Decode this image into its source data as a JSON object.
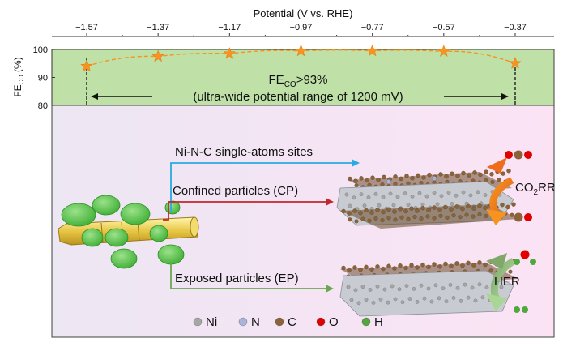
{
  "chart_data": {
    "type": "scatter",
    "x_axis_title": "Potential (V vs. RHE)",
    "x_ticks": [
      "−1.57",
      "−1.37",
      "−1.17",
      "−0.97",
      "−0.77",
      "−0.57",
      "−0.37"
    ],
    "x_values": [
      -1.57,
      -1.37,
      -1.17,
      -0.97,
      -0.77,
      -0.57,
      -0.37
    ],
    "y_values": [
      94,
      97.5,
      98.5,
      99.5,
      99.5,
      99.3,
      95
    ],
    "xlim": [
      -1.57,
      -0.37
    ],
    "y_axis_label": {
      "main": "FE",
      "sub": "CO",
      "unit": " (%)"
    },
    "y_ticks": [
      "100",
      "90",
      "80"
    ],
    "ylim": [
      80,
      100
    ],
    "series_color": "#f7931e",
    "band_color": "#bfe0a6"
  },
  "annotation": {
    "line1_main": "FE",
    "line1_sub": "CO",
    "line1_rest": ">93%",
    "line2": "(ultra-wide potential range of 1200 mV)"
  },
  "diagram": {
    "sites_label": "Ni-N-C single-atoms sites",
    "cp_label": "Confined particles (CP)",
    "ep_label": "Exposed particles (EP)",
    "co2rr_main": "CO",
    "co2rr_sub": "2",
    "co2rr_rest": "RR",
    "her_label": "HER",
    "arrow_colors": {
      "sites": "#29abe2",
      "cp": "#c1272d",
      "ep": "#6aa84f"
    }
  },
  "legend": [
    {
      "label": "Ni",
      "color": "#a6a6a6"
    },
    {
      "label": "N",
      "color": "#aab4d8"
    },
    {
      "label": "C",
      "color": "#8c6239"
    },
    {
      "label": "O",
      "color": "#e00000"
    },
    {
      "label": "H",
      "color": "#4fa83d"
    }
  ]
}
